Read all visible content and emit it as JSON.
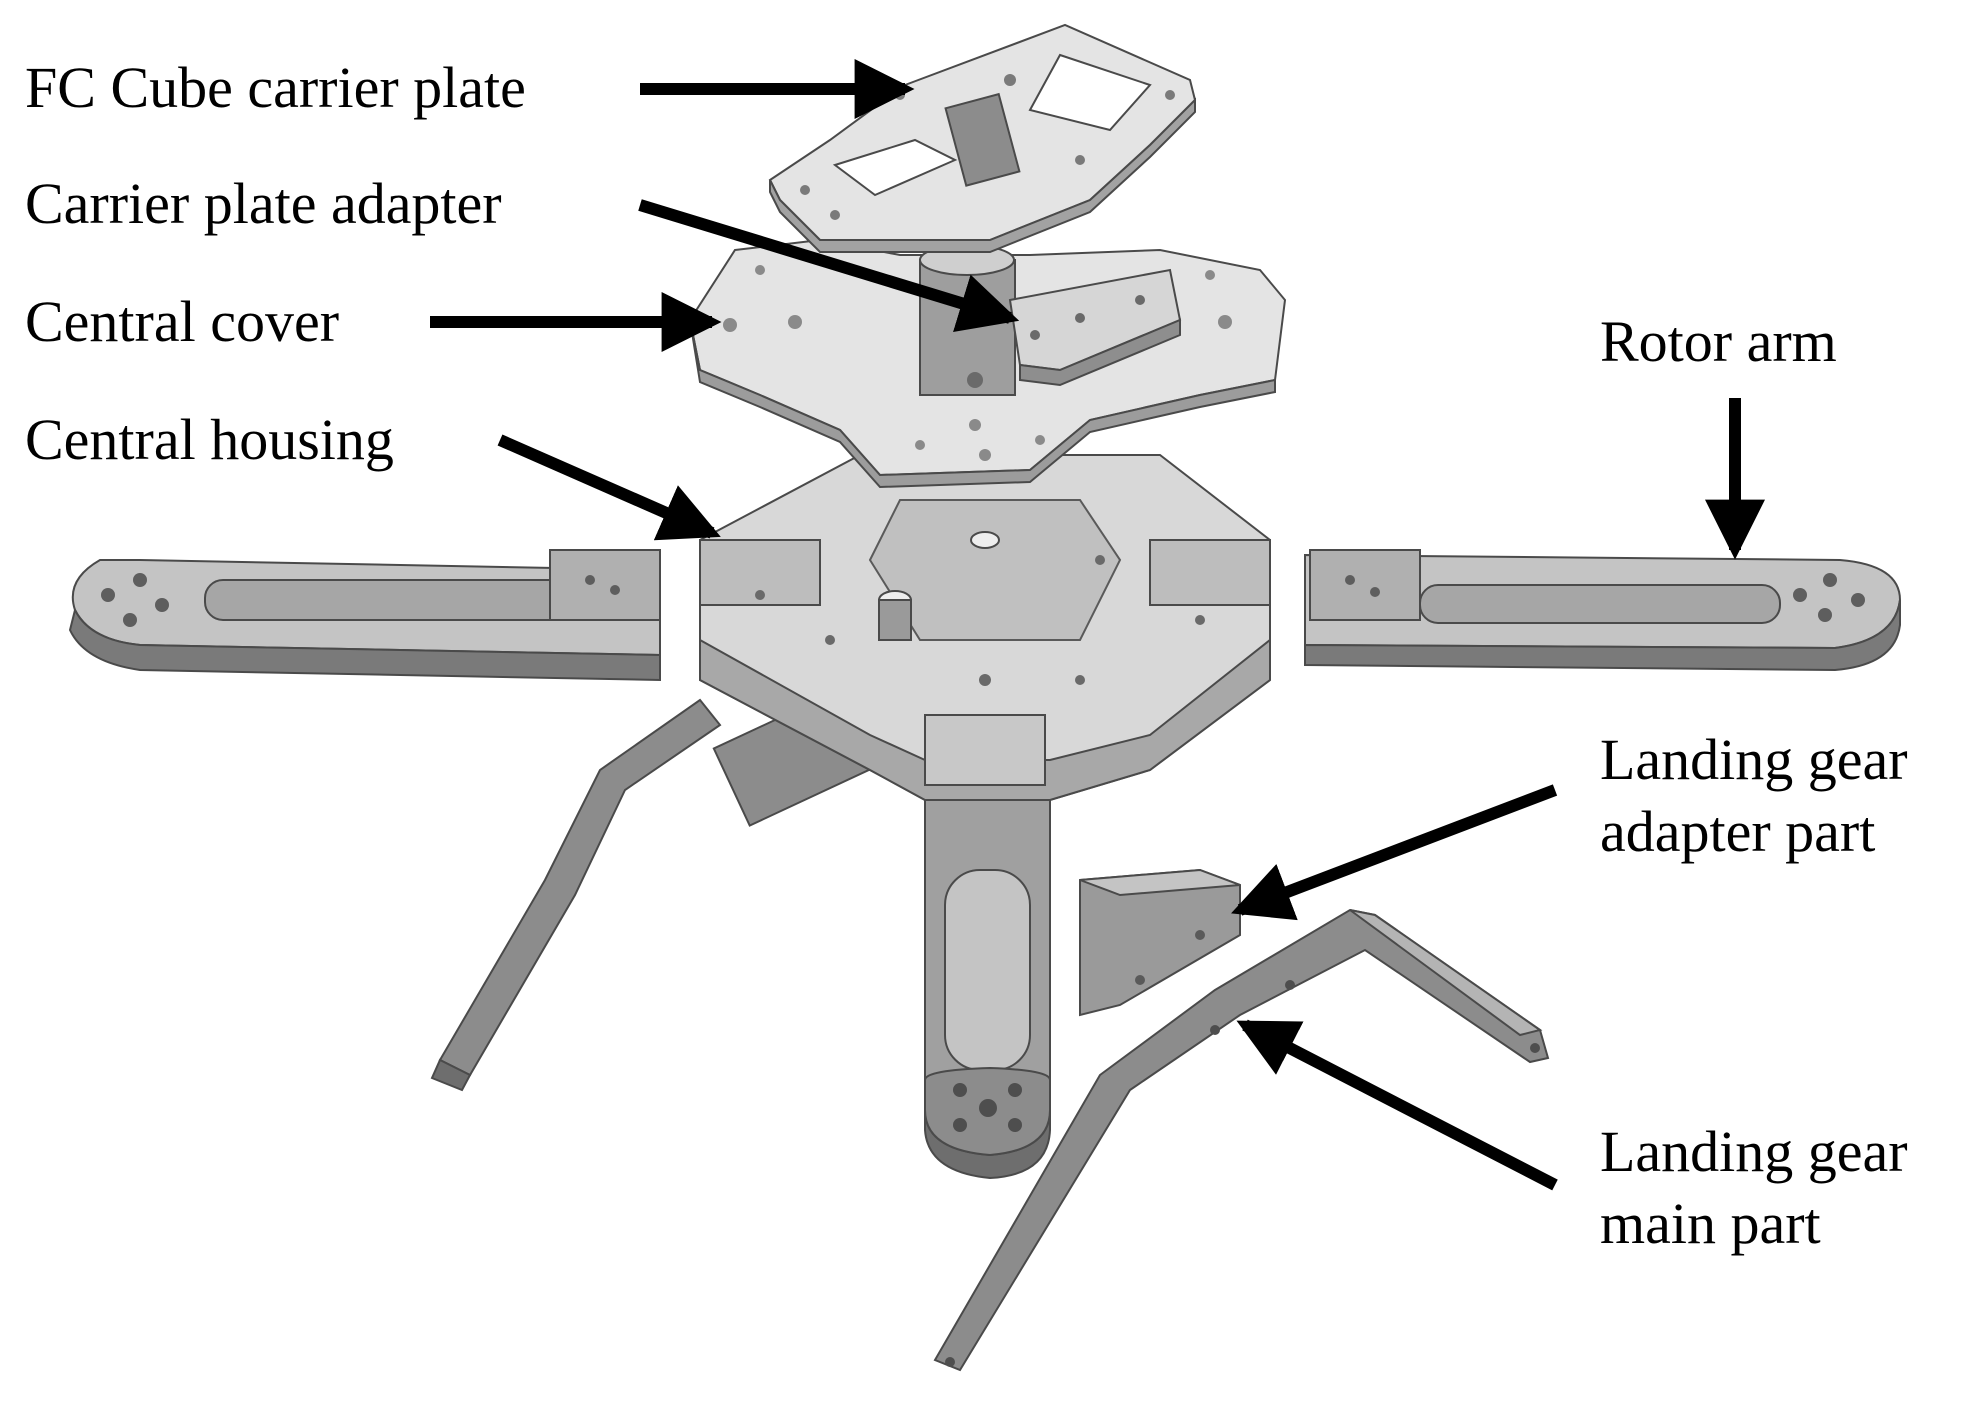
{
  "figure": {
    "labels": {
      "fc_cube_carrier_plate": "FC Cube carrier plate",
      "carrier_plate_adapter": "Carrier plate adapter",
      "central_cover": "Central cover",
      "central_housing": "Central housing",
      "rotor_arm": "Rotor arm",
      "landing_gear_adapter_part": [
        "Landing gear",
        "adapter part"
      ],
      "landing_gear_main_part": [
        "Landing gear",
        "main part"
      ]
    },
    "colors": {
      "background": "#ffffff",
      "arrow": "#000000",
      "part_light": "#e2e2e2",
      "part_mid": "#b9b9b9",
      "part_dark": "#8c8c8c",
      "part_shadow": "#6e6e6e",
      "outline": "#4a4a4a"
    }
  }
}
